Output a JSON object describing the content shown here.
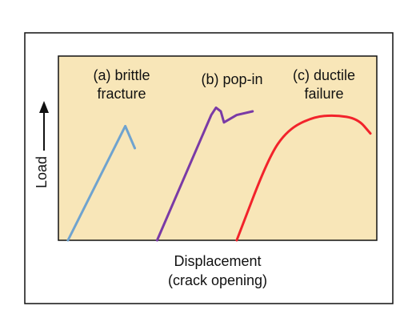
{
  "chart_data": {
    "type": "line",
    "xlabel": "Displacement",
    "xlabel_line2": "(crack opening)",
    "ylabel": "Load",
    "grid": false,
    "series": [
      {
        "name": "(a) brittle fracture",
        "label_line1": "(a) brittle",
        "label_line2": "fracture",
        "color": "#6fa3cf",
        "x": [
          0.03,
          0.21,
          0.24
        ],
        "y": [
          0.0,
          0.62,
          0.5
        ]
      },
      {
        "name": "(b) pop-in",
        "label_line1": "(b) pop-in",
        "color": "#7a3aa6",
        "x": [
          0.31,
          0.48,
          0.495,
          0.51,
          0.52,
          0.56,
          0.61
        ],
        "y": [
          0.0,
          0.68,
          0.72,
          0.7,
          0.64,
          0.68,
          0.7
        ]
      },
      {
        "name": "(c) ductile failure",
        "label_line1": "(c) ductile",
        "label_line2": "failure",
        "color": "#f2232b",
        "x": [
          0.56,
          0.66,
          0.72,
          0.8,
          0.87,
          0.94,
          0.98
        ],
        "y": [
          0.0,
          0.45,
          0.6,
          0.67,
          0.68,
          0.66,
          0.58
        ]
      }
    ]
  },
  "colors": {
    "plot_background": "#f8e6b8",
    "frame": "#111111"
  }
}
